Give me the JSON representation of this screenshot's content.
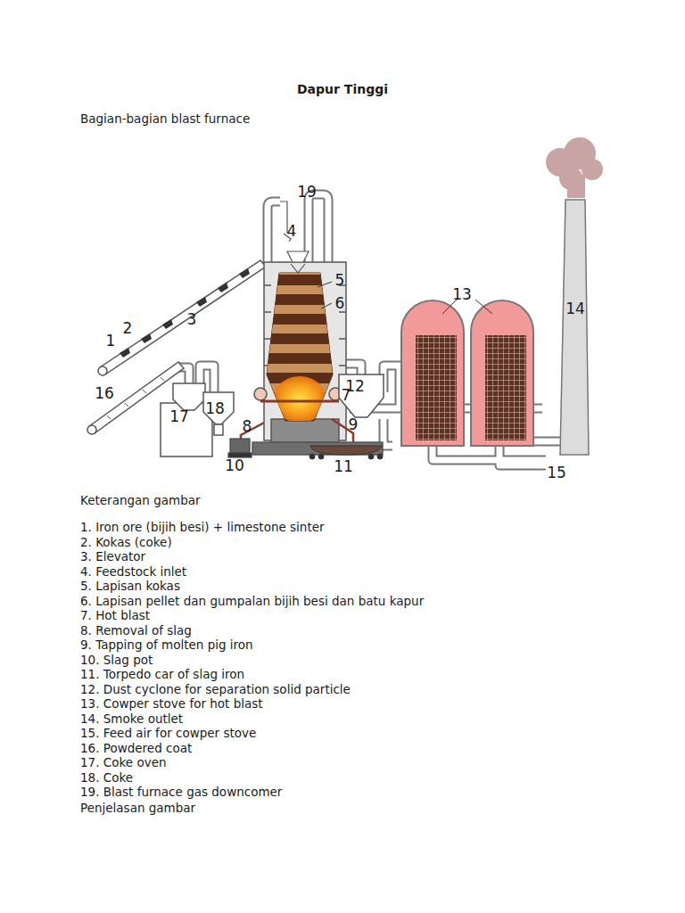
{
  "diagram": {
    "title": "Dapur Tinggi",
    "labels": [
      "Bagian-bagian blast furnace",
      "1",
      "2",
      "3",
      "4",
      "5",
      "6",
      "7",
      "8",
      "9",
      "10",
      "11",
      "12",
      "13",
      "14",
      "15",
      "16",
      "17",
      "18",
      "19",
      "Keterangan gambar",
      "1. Iron ore (bijih besi) + limestone sinter",
      "2. Kokas (coke)",
      "3. Elevator",
      "4. Feedstock inlet",
      "5. Lapisan kokas",
      "6. Lapisan pellet dan gumpalan bijih besi dan batu kapur",
      "7. Hot blast",
      "8. Removal of slag",
      "9. Tapping of molten pig iron",
      "10. Slag pot",
      "11. Torpedo car of slag iron",
      "12. Dust cyclone for separation solid particle",
      "13. Cowper stove for hot blast",
      "14. Smoke outlet",
      "15. Feed air for cowper stove",
      "16. Powdered coat",
      "17. Coke oven",
      "18. Coke",
      "19. Blast furnace gas downcomer",
      "Penjelasan gambar"
    ]
  }
}
